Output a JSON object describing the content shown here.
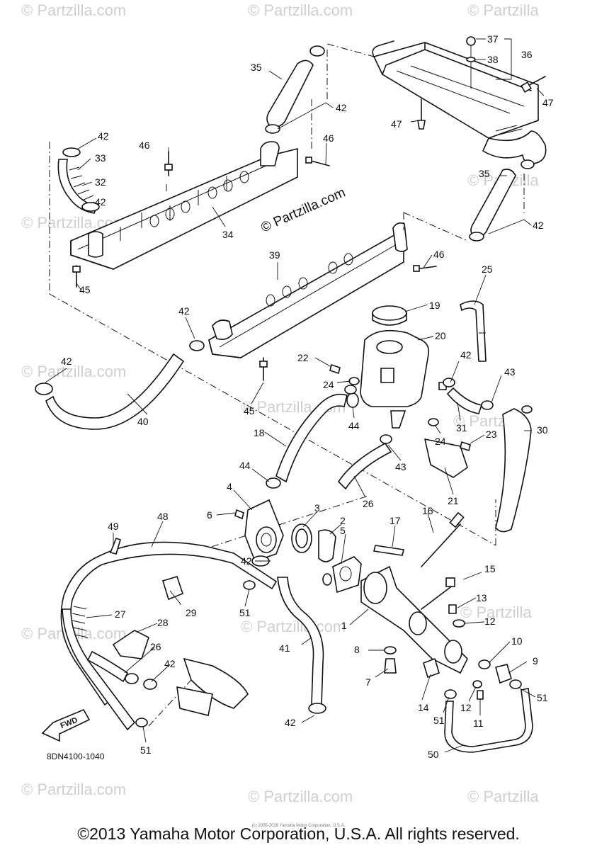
{
  "watermark": "© Partzilla.com",
  "watermark_short": "© Partzilla",
  "center_watermark": "© Partzilla.com",
  "part_code": "8DN4100-1040",
  "fwd_label": "FWD",
  "copyright": "©2013 Yamaha Motor Corporation, U.S.A. All rights reserved.",
  "tiny_copyright": "(c) 2005-2016 Yamaha Motor Corporation, U.S.A.",
  "callouts": {
    "n37": "37",
    "n38": "38",
    "n36": "36",
    "n47a": "47",
    "n47b": "47",
    "n35a": "35",
    "n42a": "42",
    "n42b": "42",
    "n33": "33",
    "n32": "32",
    "n42c": "42",
    "n46a": "46",
    "n46b": "46",
    "n34": "34",
    "n45a": "45",
    "n35b": "35",
    "n42d": "42",
    "n39": "39",
    "n46c": "46",
    "n25": "25",
    "n19": "19",
    "n42e": "42",
    "n20": "20",
    "n22": "22",
    "n42f": "42",
    "n43a": "43",
    "n24a": "24",
    "n44a": "44",
    "n24b": "24",
    "n31": "31",
    "n23": "23",
    "n30": "30",
    "n42g": "42",
    "n40": "40",
    "n45b": "45",
    "n18": "18",
    "n43b": "43",
    "n44b": "44",
    "n21": "21",
    "n4": "4",
    "n26a": "26",
    "n6": "6",
    "n3": "3",
    "n2": "2",
    "n5": "5",
    "n17": "17",
    "n16": "16",
    "n48": "48",
    "n49": "49",
    "n42h": "42",
    "n15": "15",
    "n51a": "51",
    "n29": "29",
    "n27": "27",
    "n1": "1",
    "n13": "13",
    "n12a": "12",
    "n28": "28",
    "n41": "41",
    "n10": "10",
    "n26b": "26",
    "n8": "8",
    "n9": "9",
    "n42i": "42",
    "n7": "7",
    "n14": "14",
    "n12b": "12",
    "n51b": "51",
    "n11": "11",
    "n42j": "42",
    "n51c": "51",
    "n50": "50",
    "n51d": "51"
  }
}
